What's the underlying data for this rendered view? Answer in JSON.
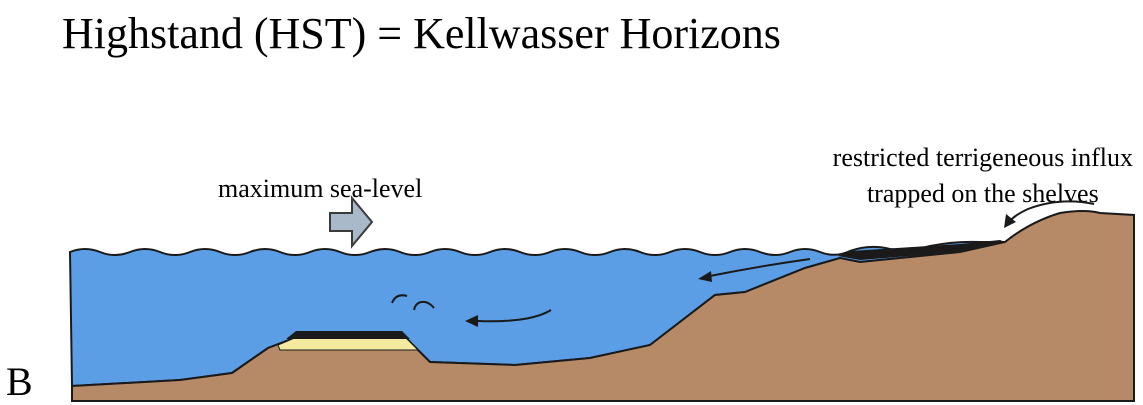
{
  "title": "Highstand (HST) = Kellwasser Horizons",
  "labels": {
    "sea_level": "maximum sea-level",
    "influx_line1": "restricted terrigeneous influx",
    "influx_line2": "trapped on the shelves"
  },
  "panel_letter": "B",
  "colors": {
    "water": "#5b9ee6",
    "sediment": "#b68a66",
    "black_shale": "#1a1a1a",
    "sand_layer": "#f5eba0",
    "arrow_fill": "#a9b9c9",
    "outline": "#1a1a1a"
  },
  "icons": [
    "block-arrow-icon",
    "curved-arrow-icon",
    "wave-icon"
  ]
}
